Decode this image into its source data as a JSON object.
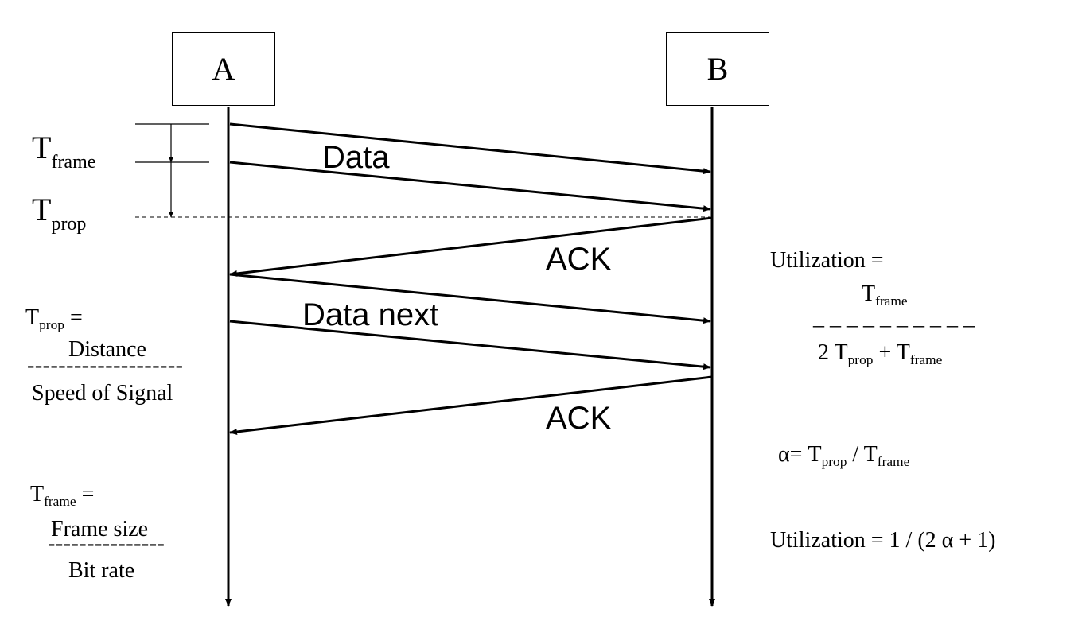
{
  "nodes": {
    "a": "A",
    "b": "B"
  },
  "timing": {
    "t_main": "T",
    "frame_sub": "frame",
    "prop_sub": "prop"
  },
  "messages": {
    "data": "Data",
    "ack1": "ACK",
    "data_next": "Data next",
    "ack2": "ACK"
  },
  "formulas": {
    "tprop_prefix": "T",
    "tprop_sub": "prop",
    "tprop_eq": " =",
    "tprop_numerator": "Distance",
    "tprop_dashes": "--------------------",
    "tprop_denominator": "Speed of Signal",
    "tframe_prefix": "T",
    "tframe_sub": "frame",
    "tframe_eq": " =",
    "tframe_numerator": "Frame size",
    "tframe_dashes": "---------------",
    "tframe_denominator": "Bit rate",
    "util_label": "Utilization =",
    "util_num_T": "T",
    "util_num_sub": "frame",
    "util_dashes": "_ _ _ _ _ _ _ _ _ _",
    "util_den_pre": "2 T",
    "util_den_sub1": "prop",
    "util_den_mid": " + T",
    "util_den_sub2": "frame",
    "alpha_pre": "α= T",
    "alpha_sub1": "prop",
    "alpha_mid": " / T",
    "alpha_sub2": "frame",
    "util2": "Utilization = 1 / (2 α + 1)"
  }
}
